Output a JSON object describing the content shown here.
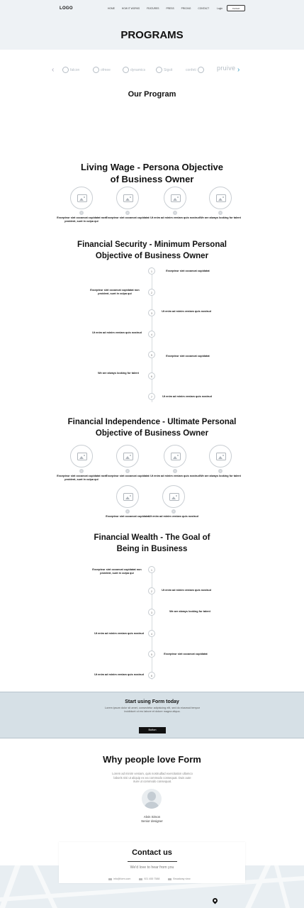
{
  "header": {
    "logo": "LOGO",
    "nav": [
      "Home",
      "How it works",
      "Features",
      "Press",
      "Pricing",
      "Contact"
    ],
    "login": "Login",
    "cta": "Contact",
    "page_title": "PROGRAMS"
  },
  "brands": [
    "falcon",
    "ofmee",
    "dynamics",
    "Sigsit",
    "confeti",
    "pruive"
  ],
  "program_heading": "Our Program",
  "living_wage": {
    "title_line1": "Living Wage - Persona Objective",
    "title_line2": "of Business Owner",
    "items": [
      {
        "num": "1",
        "caption": "Excepteur sint occaecat cupidatat non proident, sunt in culpa qui"
      },
      {
        "num": "2",
        "caption": "Excepteur sint occaecat cupidatat"
      },
      {
        "num": "3",
        "caption": "Ut enim ad minim veniam quis nostrud"
      },
      {
        "num": "4",
        "caption": "We are always looking for talent"
      }
    ]
  },
  "financial_security": {
    "title_line1": "Financial Security - Minimum Personal",
    "title_line2": "Objective of Business Owner",
    "steps": [
      {
        "num": "1",
        "text": "Excepteur sint occaecat cupidatat"
      },
      {
        "num": "2",
        "text": "Excepteur sint occaecat cupidatat non proident, sunt in culpa qui"
      },
      {
        "num": "3",
        "text": "Ut enim ad minim veniam quis nostrud"
      },
      {
        "num": "4",
        "text": "Ut enim ad minim veniam quis nostrud"
      },
      {
        "num": "5",
        "text": "Excepteur sint occaecat cupidatat"
      },
      {
        "num": "6",
        "text": "We are always looking for talent"
      },
      {
        "num": "7",
        "text": "Ut enim ad minim veniam quis nostrud"
      }
    ]
  },
  "financial_independence": {
    "title_line1": "Financial Independence - Ultimate Personal",
    "title_line2": "Objective of Business Owner",
    "items": [
      {
        "num": "1",
        "caption": "Excepteur sint occaecat cupidatat non proident, sunt in culpa qui"
      },
      {
        "num": "2",
        "caption": "Excepteur sint occaecat cupidatat"
      },
      {
        "num": "3",
        "caption": "Ut enim ad minim veniam quis nostrud"
      },
      {
        "num": "4",
        "caption": "We are always looking for talent"
      },
      {
        "num": "5",
        "caption": "Excepteur sint occaecat cupidatat"
      },
      {
        "num": "6",
        "caption": "Ut enim ad minim veniam quis nostrud"
      }
    ]
  },
  "financial_wealth": {
    "title_line1": "Financial Wealth - The Goal of",
    "title_line2": "Being in Business",
    "steps": [
      {
        "num": "1",
        "text": "Excepteur sint occaecat cupidatat non proident, sunt in culpa qui"
      },
      {
        "num": "2",
        "text": "Ut enim ad minim veniam quis nostrud"
      },
      {
        "num": "3",
        "text": "We are always looking for talent"
      },
      {
        "num": "4",
        "text": "Ut enim ad minim veniam quis nostrud"
      },
      {
        "num": "5",
        "text": "Excepteur sint occaecat cupidatat"
      },
      {
        "num": "6",
        "text": "Ut enim ad minim veniam quis nostrud"
      }
    ]
  },
  "cta_band": {
    "title": "Start using Form today",
    "text": "Lorem ipsum dolor sit amet, consectetur adipisicing elit, sed do eiusmod tempor incididunt ut ero labore et dolore magna aliqua.",
    "button": "Button"
  },
  "testimonial": {
    "title": "Why people love Form",
    "text": "Lorem ad minim veniam, quis nostrudlad exercitation ullamco laboris nisi ut aliquip ex ea commodo consequat. Duis aute irure ut commodo consequat.",
    "name": "Alvin Simon",
    "role": "Senior designer"
  },
  "contact": {
    "title": "Contact us",
    "subtitle": "We'd love to hear from you",
    "email": "info@form.com",
    "phone": "921 455 7588",
    "address": "Broadway view"
  }
}
